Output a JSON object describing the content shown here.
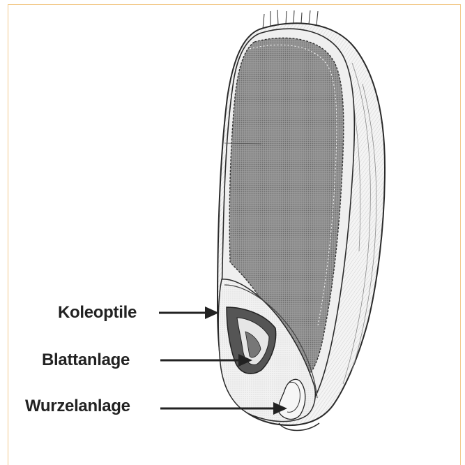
{
  "labels": {
    "koleoptile": "Koleoptile",
    "blattanlage": "Blattanlage",
    "wurzelanlage": "Wurzelanlage"
  },
  "colors": {
    "frame": "#f2c98a",
    "outline": "#2a2a2a",
    "endosperm": "#8d8d8d",
    "embryo_shield": "#555555"
  }
}
